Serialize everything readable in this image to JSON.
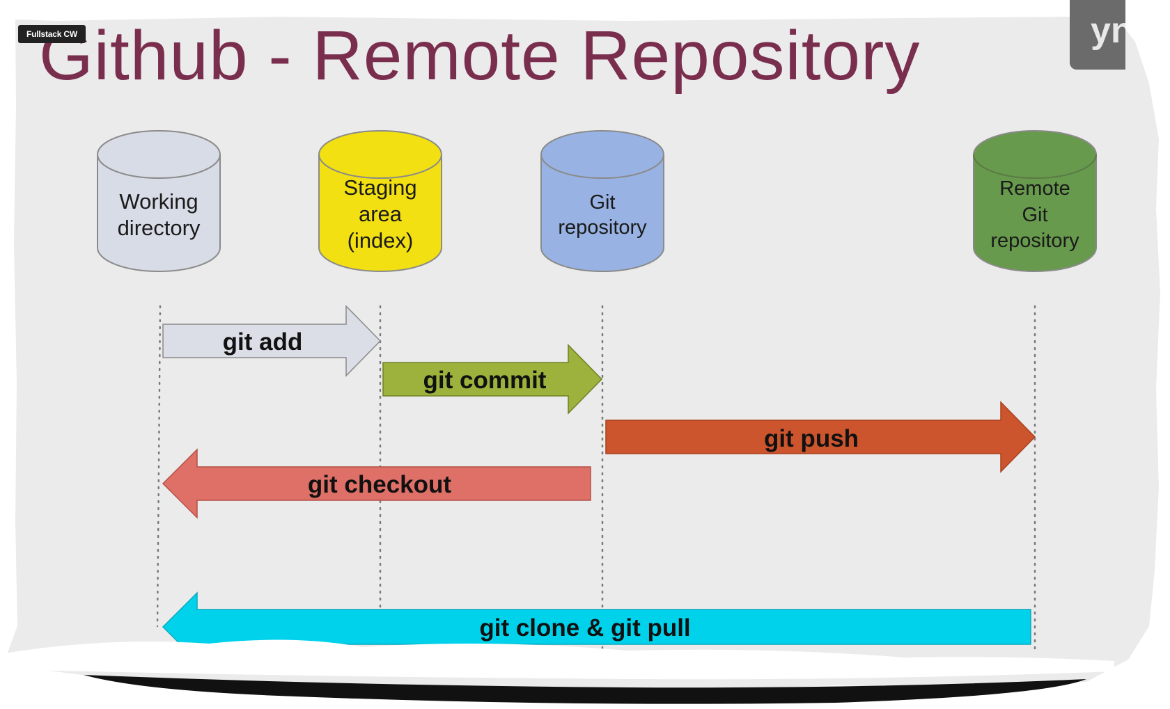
{
  "title": "Github - Remote Repository",
  "badge": "Fullstack CW",
  "logo_text": "yn",
  "colors": {
    "title": "#7a2e4e",
    "slide_bg": "#ebebeb",
    "cylinder_working": "#d8dce6",
    "cylinder_staging": "#f2e012",
    "cylinder_git": "#98b3e3",
    "cylinder_remote": "#679a4c",
    "arrow_add": "#dbdee6",
    "arrow_commit": "#9cb23c",
    "arrow_push": "#cd552d",
    "arrow_checkout": "#df7067",
    "arrow_clone": "#00d2ec"
  },
  "stores": [
    {
      "id": "working",
      "lines": [
        "Working",
        "directory"
      ]
    },
    {
      "id": "staging",
      "lines": [
        "Staging",
        "area",
        "(index)"
      ]
    },
    {
      "id": "git",
      "lines": [
        "Git",
        "repository"
      ]
    },
    {
      "id": "remote",
      "lines": [
        "Remote",
        "Git",
        "repository"
      ]
    }
  ],
  "commands": [
    {
      "id": "add",
      "label": "git add",
      "from": "working",
      "to": "staging"
    },
    {
      "id": "commit",
      "label": "git commit",
      "from": "staging",
      "to": "git"
    },
    {
      "id": "push",
      "label": "git push",
      "from": "git",
      "to": "remote"
    },
    {
      "id": "checkout",
      "label": "git checkout",
      "from": "git",
      "to": "working"
    },
    {
      "id": "clone",
      "label": "git clone & git pull",
      "from": "remote",
      "to": "working"
    }
  ]
}
